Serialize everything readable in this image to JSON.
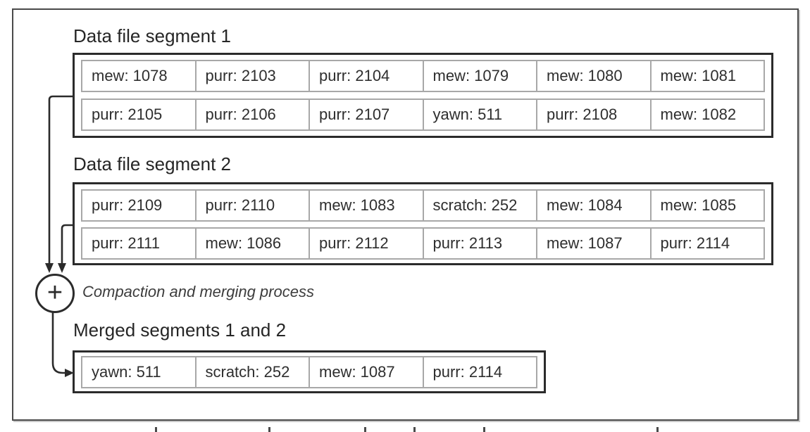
{
  "segment1": {
    "title": "Data file segment 1",
    "rows": [
      [
        "mew: 1078",
        "purr: 2103",
        "purr: 2104",
        "mew: 1079",
        "mew: 1080",
        "mew: 1081"
      ],
      [
        "purr: 2105",
        "purr: 2106",
        "purr: 2107",
        "yawn: 511",
        "purr: 2108",
        "mew: 1082"
      ]
    ]
  },
  "segment2": {
    "title": "Data file segment 2",
    "rows": [
      [
        "purr: 2109",
        "purr: 2110",
        "mew: 1083",
        "scratch: 252",
        "mew: 1084",
        "mew: 1085"
      ],
      [
        "purr: 2111",
        "mew: 1086",
        "purr: 2112",
        "purr: 2113",
        "mew: 1087",
        "purr: 2114"
      ]
    ]
  },
  "merge": {
    "operator": "+",
    "label": "Compaction and merging process"
  },
  "merged": {
    "title": "Merged segments 1 and 2",
    "rows": [
      [
        "yawn: 511",
        "scratch: 252",
        "mew: 1087",
        "purr: 2114"
      ]
    ]
  },
  "colors": {
    "segment_border": "#2b2b2b",
    "cell_border": "#a8a8a8",
    "text": "#2e2e2e",
    "frame_border": "#4a4a4a",
    "arrow": "#2b2b2b",
    "background": "#ffffff"
  }
}
